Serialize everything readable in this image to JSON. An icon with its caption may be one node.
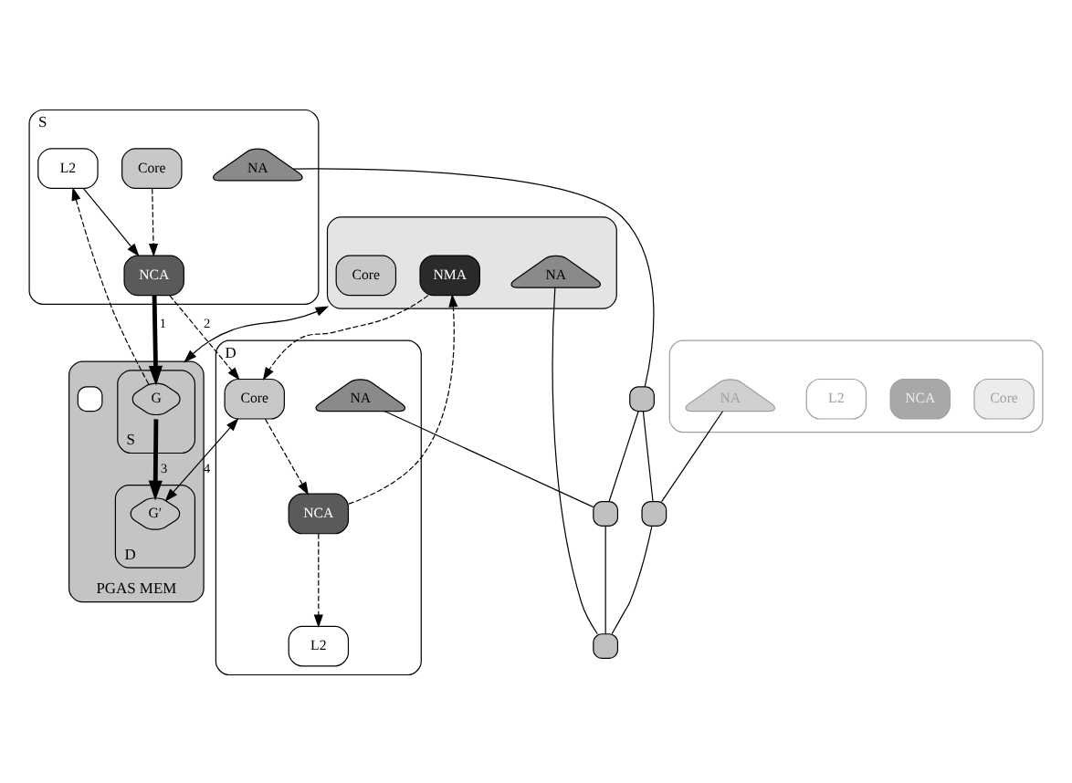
{
  "diagram": {
    "nodes": [
      {
        "text": [
          "S"
        ]
      },
      {
        "text": [
          "Core"
        ],
        "in": 0
      },
      {
        "text": [
          "NCA"
        ],
        "in": 0
      },
      {
        "text": [
          "L2"
        ],
        "in": 0
      },
      {
        "text": [
          "NA"
        ],
        "in": 0
      },
      {
        "text": [],
        "shape": "box"
      },
      {
        "text": [
          "Core"
        ],
        "in": 5
      },
      {
        "text": [
          "NCA"
        ],
        "in": 5
      },
      {
        "text": [
          "L2"
        ],
        "in": 5
      },
      {
        "text": [
          "NA"
        ],
        "in": 5
      },
      {
        "text": [
          "PGAS MEM"
        ]
      },
      {
        "text": [
          "S"
        ],
        "in": 10
      },
      {
        "text": [
          "G"
        ],
        "in": 11
      },
      {
        "text": [],
        "shape": "box",
        "in": 10
      },
      {
        "text": [
          "D"
        ],
        "in": 10
      },
      {
        "text": [
          "G′"
        ],
        "in": 14
      },
      {
        "text": [
          "D"
        ]
      },
      {
        "text": [
          "Core"
        ],
        "in": 16
      },
      {
        "text": [
          "NCA"
        ],
        "in": 16
      },
      {
        "text": [
          "L2"
        ],
        "in": 16
      },
      {
        "text": [
          "NA"
        ],
        "in": 16
      },
      {
        "text": [],
        "shape": "box"
      },
      {
        "text": [
          "Core"
        ],
        "in": 21
      },
      {
        "text": [
          "NMA"
        ],
        "in": 21
      },
      {
        "text": [
          "NA"
        ],
        "in": 21
      },
      {
        "text": [],
        "shape": "box"
      },
      {
        "text": [],
        "shape": "box"
      },
      {
        "text": [],
        "shape": "box"
      },
      {
        "text": [],
        "shape": "box"
      }
    ],
    "edges": [
      {
        "from": 1,
        "to": 2,
        "arrow": "to",
        "style": "dashed"
      },
      {
        "from": 3,
        "to": 2,
        "arrow": "to"
      },
      {
        "from": 12,
        "to": 3,
        "arrow": "to",
        "style": "dashed"
      },
      {
        "from": 2,
        "to": 12,
        "arrow": "to",
        "style": "thick",
        "label": "1"
      },
      {
        "from": 2,
        "to": 17,
        "arrow": "to",
        "style": "dashed",
        "label": "2"
      },
      {
        "from": 17,
        "to": 18,
        "arrow": "to",
        "style": "dashed"
      },
      {
        "from": 18,
        "to": 19,
        "arrow": "to",
        "style": "dashed"
      },
      {
        "from": 18,
        "to": 23,
        "arrow": "to",
        "style": "dashed"
      },
      {
        "from": 23,
        "to": 17,
        "arrow": "to",
        "style": "dashed"
      },
      {
        "from": 21,
        "to": 10,
        "arrow": "both"
      },
      {
        "from": 12,
        "to": 15,
        "arrow": "to",
        "style": "thick",
        "label": "3"
      },
      {
        "from": 17,
        "to": 15,
        "arrow": "both",
        "label": "4"
      },
      {
        "from": 25,
        "to": 26,
        "arrow": "none"
      },
      {
        "from": 25,
        "to": 27,
        "arrow": "none"
      },
      {
        "from": 26,
        "to": 28,
        "arrow": "none"
      },
      {
        "from": 27,
        "to": 28,
        "arrow": "none"
      },
      {
        "from": 4,
        "to": 25,
        "arrow": "none"
      },
      {
        "from": 9,
        "to": 26,
        "arrow": "none"
      },
      {
        "from": 20,
        "to": 27,
        "arrow": "none"
      },
      {
        "from": 24,
        "to": 28,
        "arrow": "none"
      }
    ]
  }
}
